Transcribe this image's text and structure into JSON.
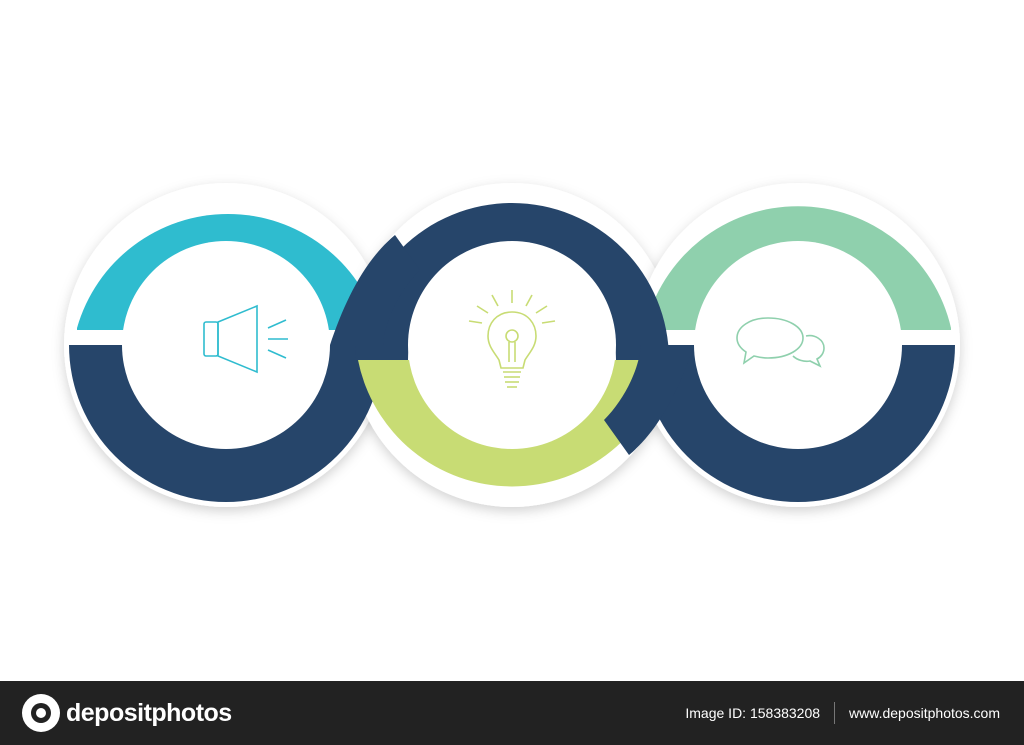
{
  "colors": {
    "teal": "#2fbccf",
    "navy": "#26456a",
    "lime": "#c8dc74",
    "mint": "#8fd0ad",
    "speaker_icon": "#2fbccf",
    "bulb_icon": "#c8dc74",
    "chat_icon": "#8fd0ad"
  },
  "circles": [
    {
      "name": "left",
      "top_color": "teal",
      "bottom_color": "navy",
      "icon": "speaker-icon"
    },
    {
      "name": "center",
      "top_color": "navy",
      "bottom_color": "lime",
      "icon": "lightbulb-icon"
    },
    {
      "name": "right",
      "top_color": "mint",
      "bottom_color": "navy",
      "icon": "chat-bubbles-icon"
    }
  ],
  "footer": {
    "brand": "depositphotos",
    "image_id": "Image ID: 158383208",
    "url": "www.depositphotos.com"
  }
}
